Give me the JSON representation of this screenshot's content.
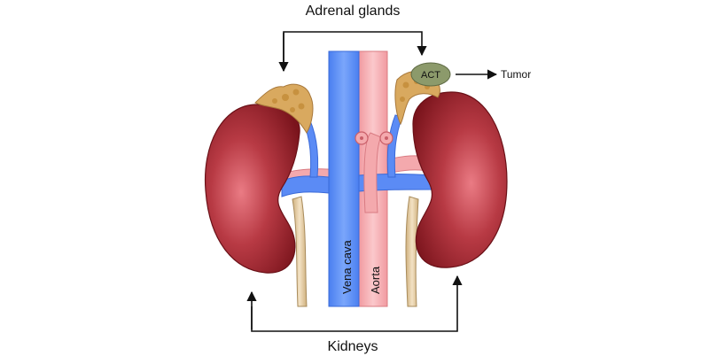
{
  "labels": {
    "top": "Adrenal glands",
    "bottom": "Kidneys",
    "act": "ACT",
    "tumor": "Tumor",
    "vena_cava": "Vena cava",
    "aorta": "Aorta"
  },
  "colors": {
    "kidney_dark": "#8b1a22",
    "kidney_light": "#e46a72",
    "vein": "#5b8bf5",
    "artery": "#f4a9ad",
    "adrenal": "#d9a95f",
    "tumor": "#8c9a6b",
    "ureter": "#e8cfa4"
  }
}
